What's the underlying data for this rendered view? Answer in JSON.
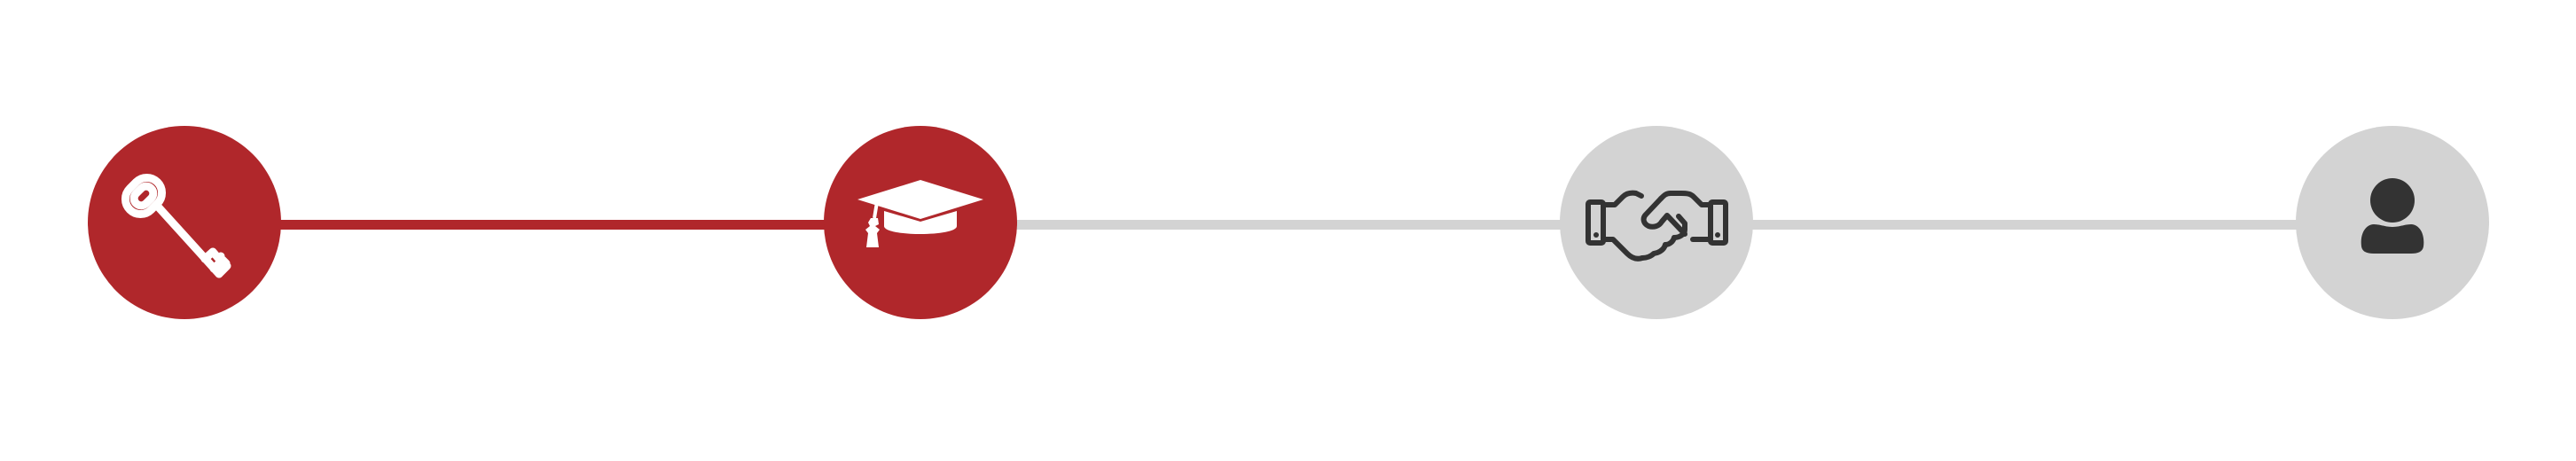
{
  "colors": {
    "completed": "#b0272b",
    "pending": "#d3d3d3",
    "icon_on_completed": "#ffffff",
    "icon_on_pending": "#333333"
  },
  "steps": [
    {
      "icon": "key-icon",
      "status": "completed"
    },
    {
      "icon": "graduation-cap-icon",
      "status": "completed"
    },
    {
      "icon": "handshake-icon",
      "status": "pending"
    },
    {
      "icon": "user-icon",
      "status": "pending"
    }
  ],
  "connectors": [
    {
      "status": "completed"
    },
    {
      "status": "pending"
    },
    {
      "status": "pending"
    }
  ]
}
